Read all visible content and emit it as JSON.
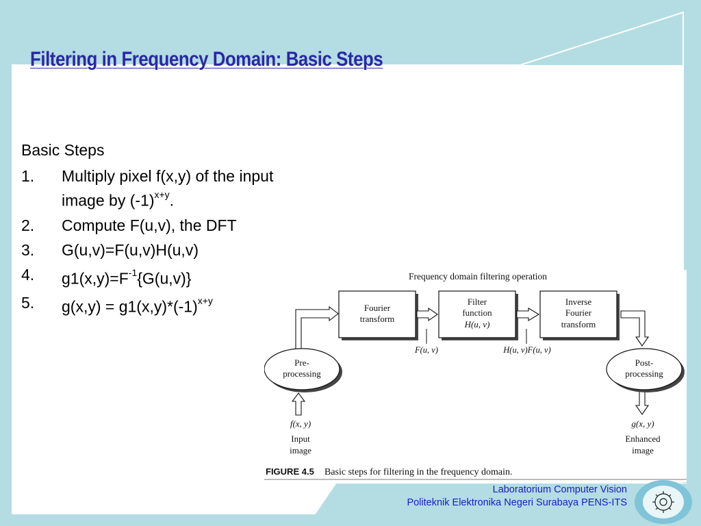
{
  "title": "Filtering in Frequency Domain: Basic Steps",
  "content": {
    "heading": "Basic Steps",
    "steps": [
      {
        "num": "1.",
        "text_a": "Multiply pixel f(x,y) of the input image by (-1)",
        "sup": "x+y",
        "text_b": "."
      },
      {
        "num": "2.",
        "text_a": "Compute F(u,v), the DFT",
        "sup": "",
        "text_b": ""
      },
      {
        "num": "3.",
        "text_a": "G(u,v)=F(u,v)H(u,v)",
        "sup": "",
        "text_b": ""
      },
      {
        "num": "4.",
        "text_a": "g1(x,y)=F",
        "sup": "-1",
        "text_b": "{G(u,v)}"
      },
      {
        "num": "5.",
        "text_a": "g(x,y) = g1(x,y)*(-1)",
        "sup": "x+y",
        "text_b": ""
      }
    ]
  },
  "figure": {
    "caption_title": "Frequency domain filtering operation",
    "fourier_line1": "Fourier",
    "fourier_line2": "transform",
    "filter_line1": "Filter",
    "filter_line2": "function",
    "filter_line3": "H(u, v)",
    "inverse_line1": "Inverse",
    "inverse_line2": "Fourier",
    "inverse_line3": "transform",
    "pre_line1": "Pre-",
    "pre_line2": "processing",
    "post_line1": "Post-",
    "post_line2": "processing",
    "label_Fuv": "F(u, v)",
    "label_HF": "H(u, v)F(u, v)",
    "input_func": "f(x, y)",
    "input_line1": "Input",
    "input_line2": "image",
    "output_func": "g(x, y)",
    "output_line1": "Enhanced",
    "output_line2": "image",
    "figure_label": "FIGURE 4.5",
    "figure_caption": "Basic steps for filtering in the frequency domain."
  },
  "footer": {
    "line1": "Laboratorium Computer Vision",
    "line2": "Politeknik Elektronika Negeri Surabaya PENS-ITS"
  },
  "colors": {
    "background": "#b3dde3",
    "title": "#2a28a6",
    "footer_text": "#1a1ac8",
    "frame": "#ffffff"
  }
}
